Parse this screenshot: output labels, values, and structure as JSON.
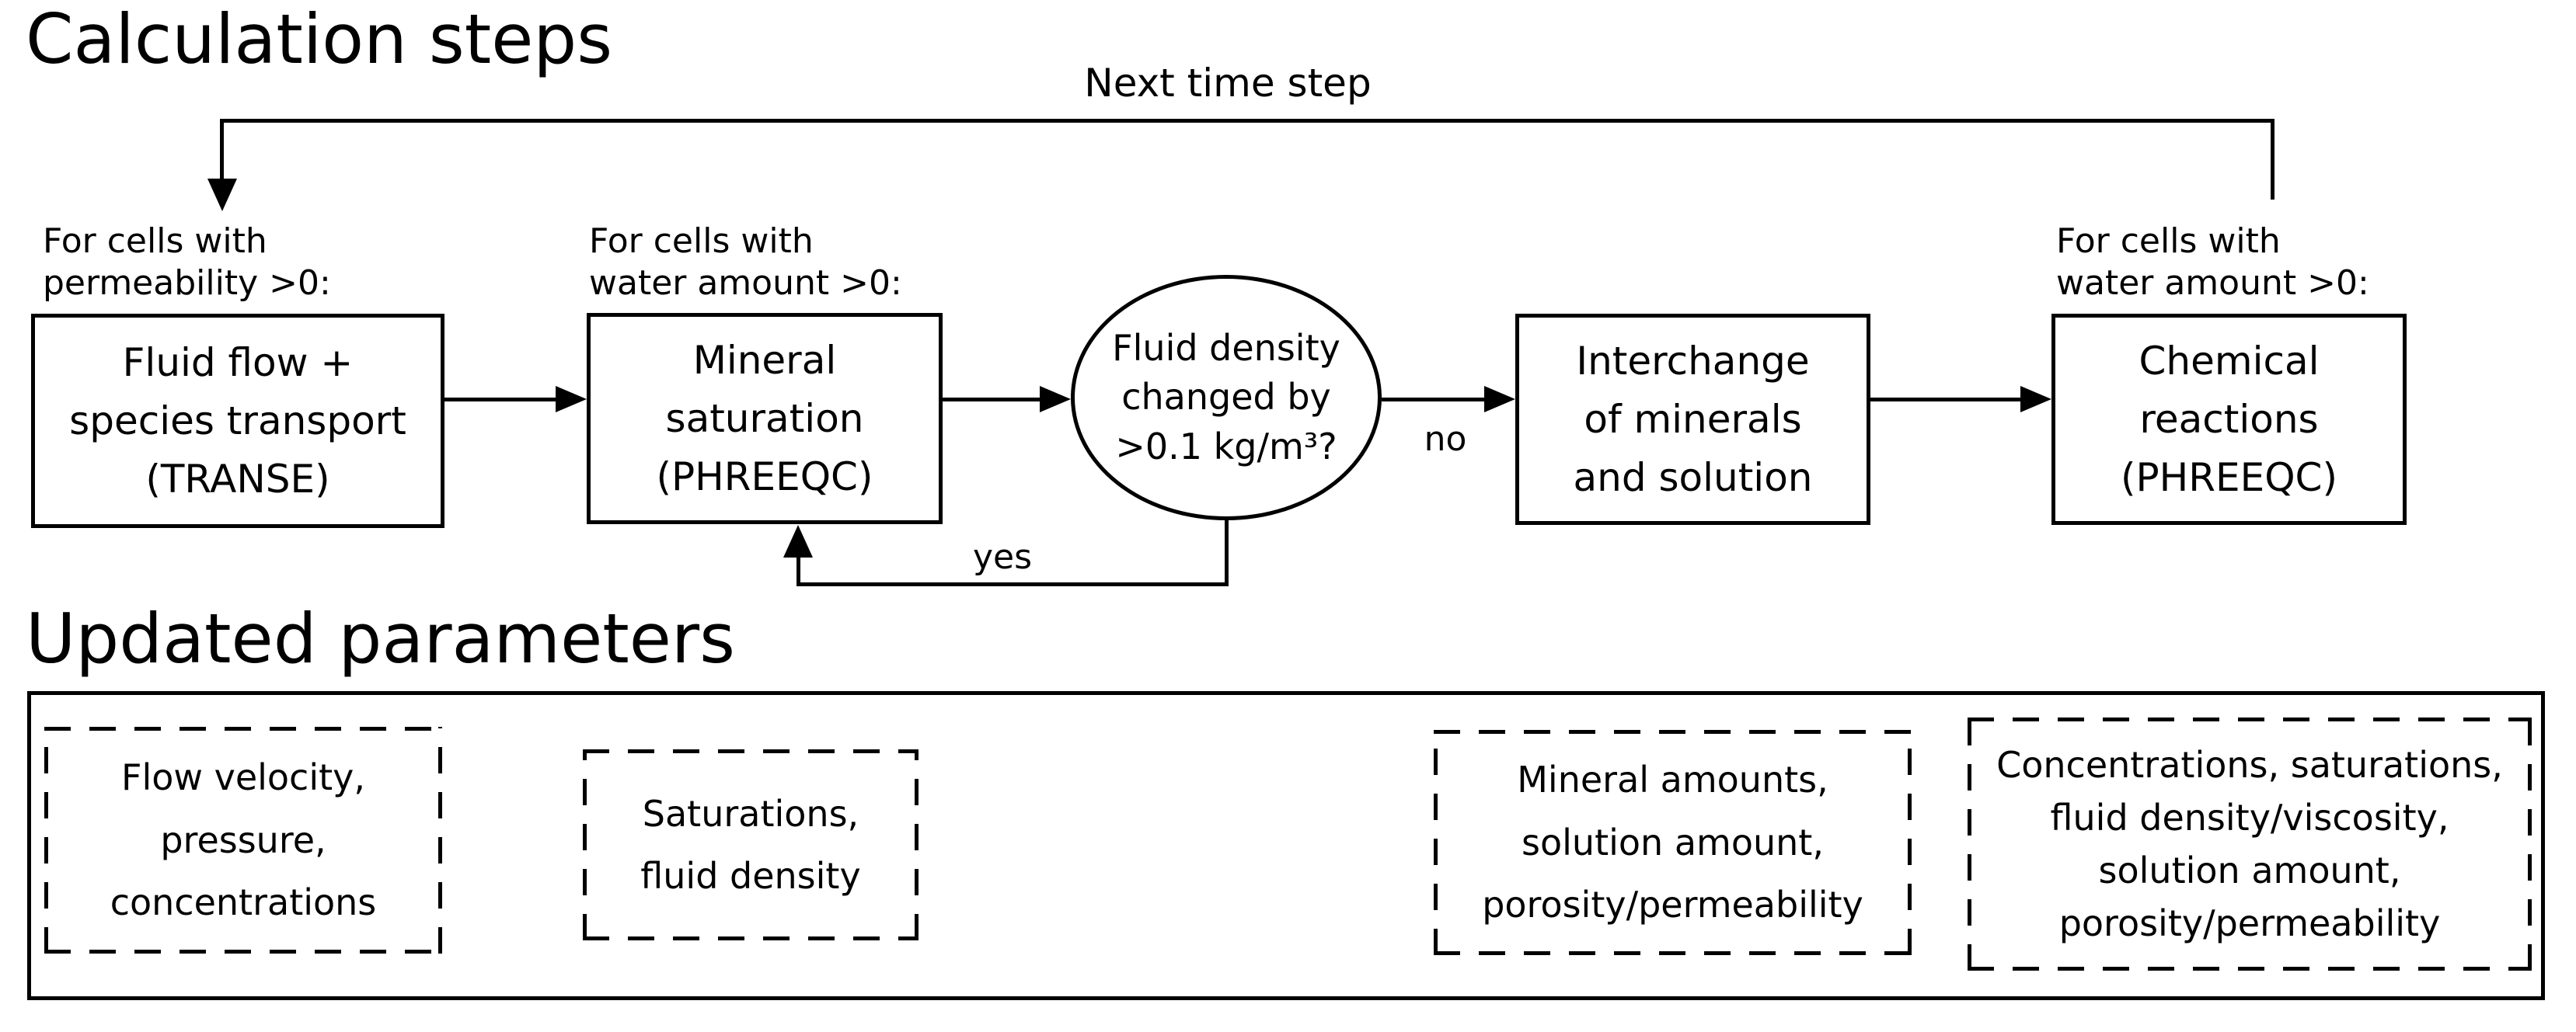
{
  "titles": {
    "calculation_steps": "Calculation steps",
    "updated_parameters": "Updated parameters"
  },
  "flowchart": {
    "next_time_step_label": "Next time step",
    "preconditions": {
      "permeability": "For cells with\npermeability >0:",
      "water_amount_1": "For cells with\nwater amount >0:",
      "water_amount_2": "For cells with\nwater amount >0:"
    },
    "boxes": {
      "fluid_flow": "Fluid flow +\nspecies transport\n(TRANSE)",
      "mineral_saturation": "Mineral\nsaturation\n(PHREEQC)",
      "interchange": "Interchange\nof minerals\nand solution",
      "chemical_reactions": "Chemical\nreactions\n(PHREEQC)"
    },
    "decision": {
      "text": "Fluid density\nchanged by\n>0.1 kg/m³?",
      "no_label": "no",
      "yes_label": "yes"
    }
  },
  "updated_parameters_panel": {
    "groups": [
      {
        "name": "transport-outputs",
        "text": "Flow velocity,\npressure,\nconcentrations"
      },
      {
        "name": "saturation-outputs",
        "text": "Saturations,\nfluid density"
      },
      {
        "name": "interchange-outputs",
        "text": "Mineral amounts,\nsolution amount,\nporosity/permeability"
      },
      {
        "name": "reaction-outputs",
        "text": "Concentrations, saturations,\nfluid density/viscosity,\nsolution amount,\nporosity/permeability"
      }
    ]
  },
  "colors": {
    "line": "#000000",
    "text": "#000000",
    "background": "#ffffff"
  }
}
